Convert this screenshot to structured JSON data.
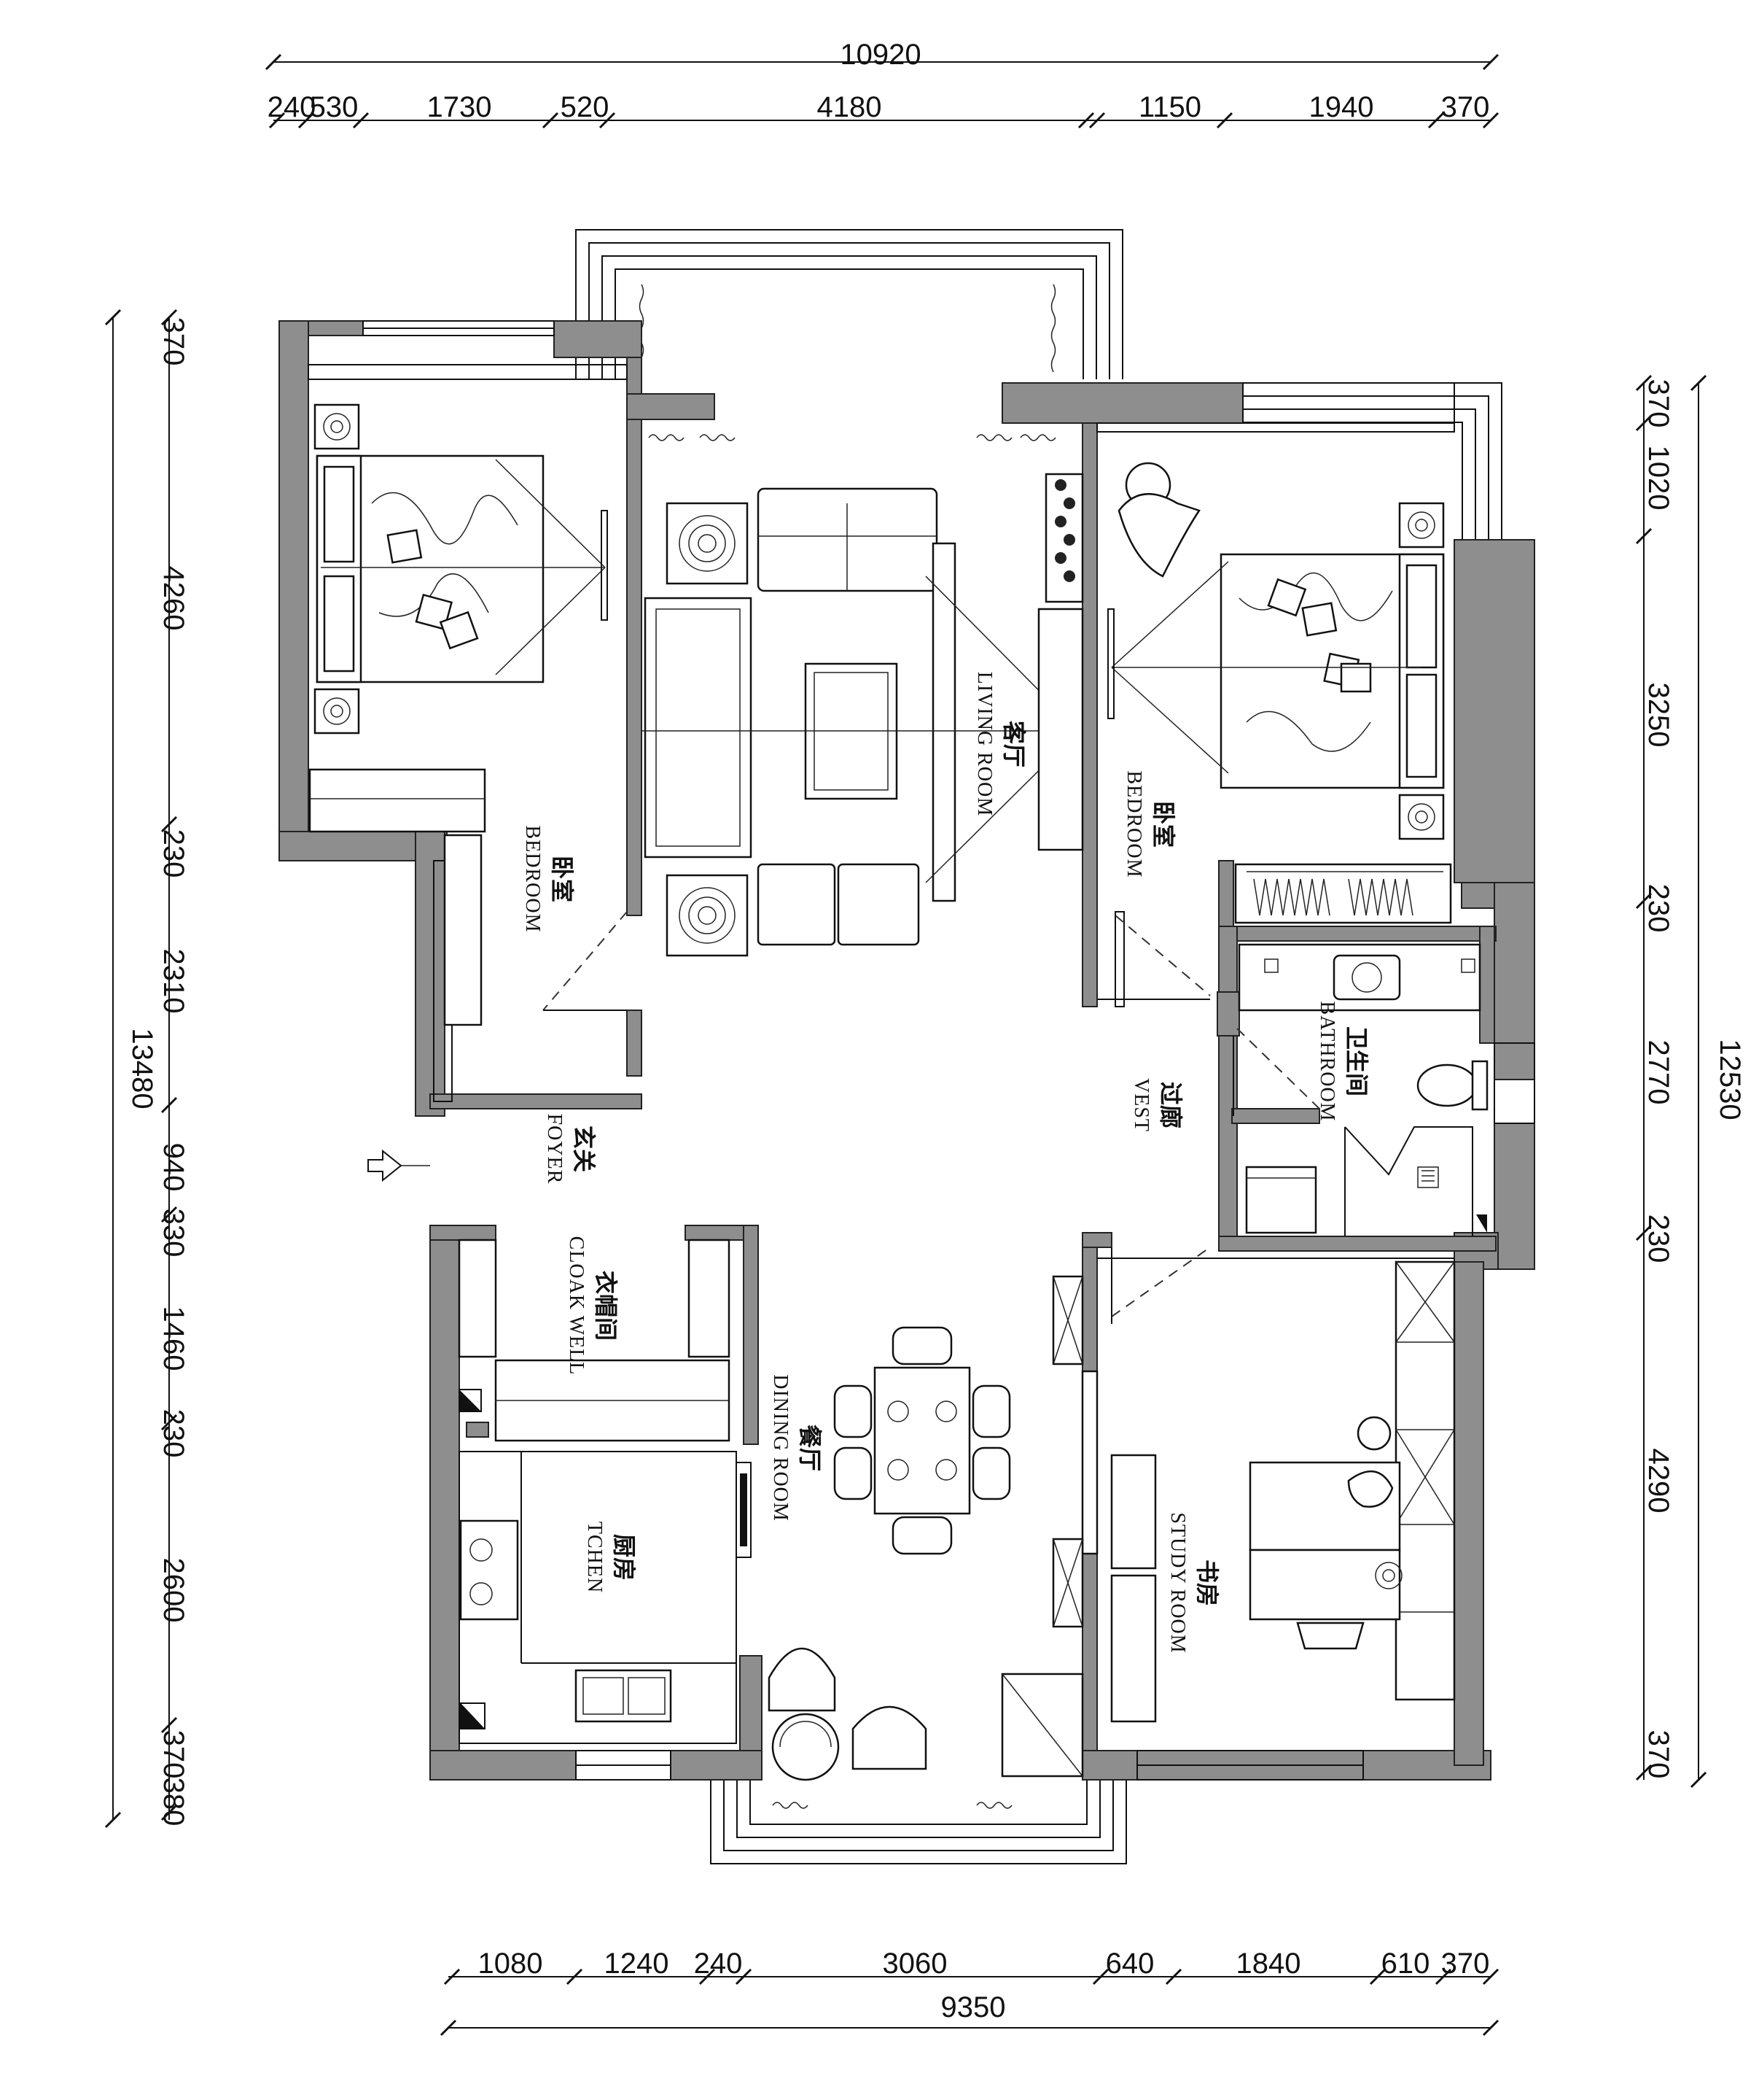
{
  "dimensions": {
    "top_total": "10920",
    "top": [
      "240",
      "530",
      "1730",
      "520",
      "4180",
      "1150",
      "1940",
      "370"
    ],
    "left_total": "13480",
    "left": [
      "370",
      "4260",
      "230",
      "2310",
      "940",
      "330",
      "1460",
      "230",
      "2600",
      "370",
      "380"
    ],
    "right_total": "12530",
    "right": [
      "370",
      "1020",
      "3250",
      "230",
      "2770",
      "230",
      "4290",
      "370"
    ],
    "bottom_total": "9350",
    "bottom": [
      "1080",
      "1240",
      "240",
      "3060",
      "640",
      "1840",
      "610",
      "370"
    ]
  },
  "rooms": {
    "bedroom_left": {
      "cn": "卧室",
      "en": "BEDROOM"
    },
    "living": {
      "cn": "客厅",
      "en": "LIVING ROOM"
    },
    "bedroom_right": {
      "cn": "卧室",
      "en": "BEDROOM"
    },
    "bathroom": {
      "cn": "卫生间",
      "en": "BATHROOM"
    },
    "vest": {
      "cn": "过廊",
      "en": "VEST"
    },
    "foyer": {
      "cn": "玄关",
      "en": "FOYER"
    },
    "cloak": {
      "cn": "衣帽间",
      "en": "CLOAK WELL"
    },
    "dining": {
      "cn": "餐厅",
      "en": "DINING ROOM"
    },
    "kitchen": {
      "cn": "厨房",
      "en": "TCHEN"
    },
    "study": {
      "cn": "书房",
      "en": "STUDY ROOM"
    }
  },
  "colors": {
    "wall": "#8e8e8e",
    "line": "#111111"
  }
}
